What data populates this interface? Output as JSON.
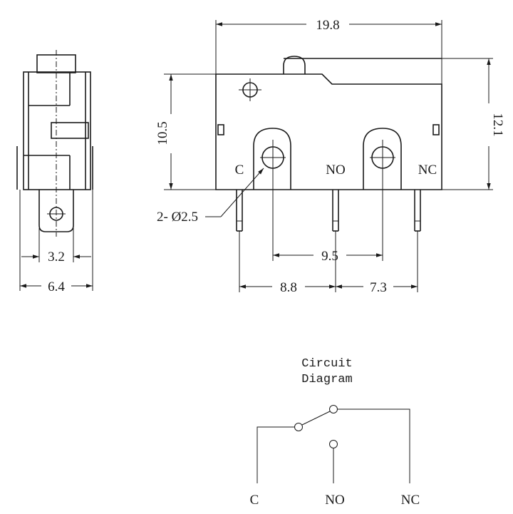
{
  "dimensions": {
    "overall_length": "19.8",
    "overall_height": "12.1",
    "body_height": "10.5",
    "terminal_width": "3.2",
    "body_width": "6.4",
    "hole_spacing": "9.5",
    "c_to_no": "8.8",
    "no_to_nc": "7.3",
    "hole_callout": "2- Ø2.5"
  },
  "terminals": {
    "c": "C",
    "no": "NO",
    "nc": "NC"
  },
  "circuit": {
    "title_line1": "Circuit",
    "title_line2": "Diagram",
    "c": "C",
    "no": "NO",
    "nc": "NC"
  }
}
